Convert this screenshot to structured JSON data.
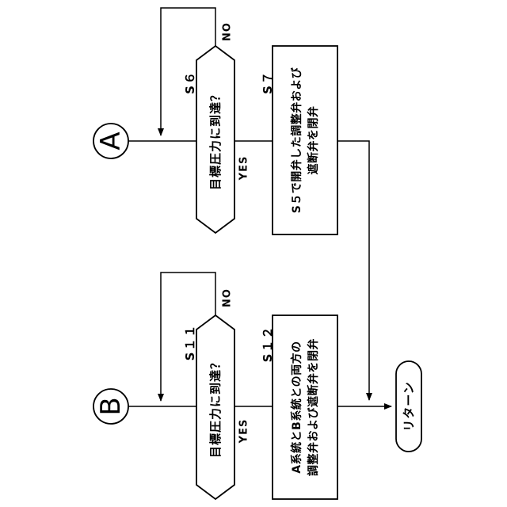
{
  "connectors": {
    "a": "A",
    "b": "B"
  },
  "steps": {
    "s6": {
      "id": "S６",
      "question": "目標圧力に到達？",
      "no": "NO",
      "yes": "YES"
    },
    "s7": {
      "id": "S７",
      "line1": "S５で開弁した調整弁および",
      "line2": "遮断弁を閉弁"
    },
    "s11": {
      "id": "S１１",
      "question": "目標圧力に到達？",
      "no": "NO",
      "yes": "YES"
    },
    "s12": {
      "id": "S１２",
      "line1": "A系統とB系統との両方の",
      "line2": "調整弁および遮断弁を閉弁"
    }
  },
  "end": {
    "label": "リターン"
  }
}
